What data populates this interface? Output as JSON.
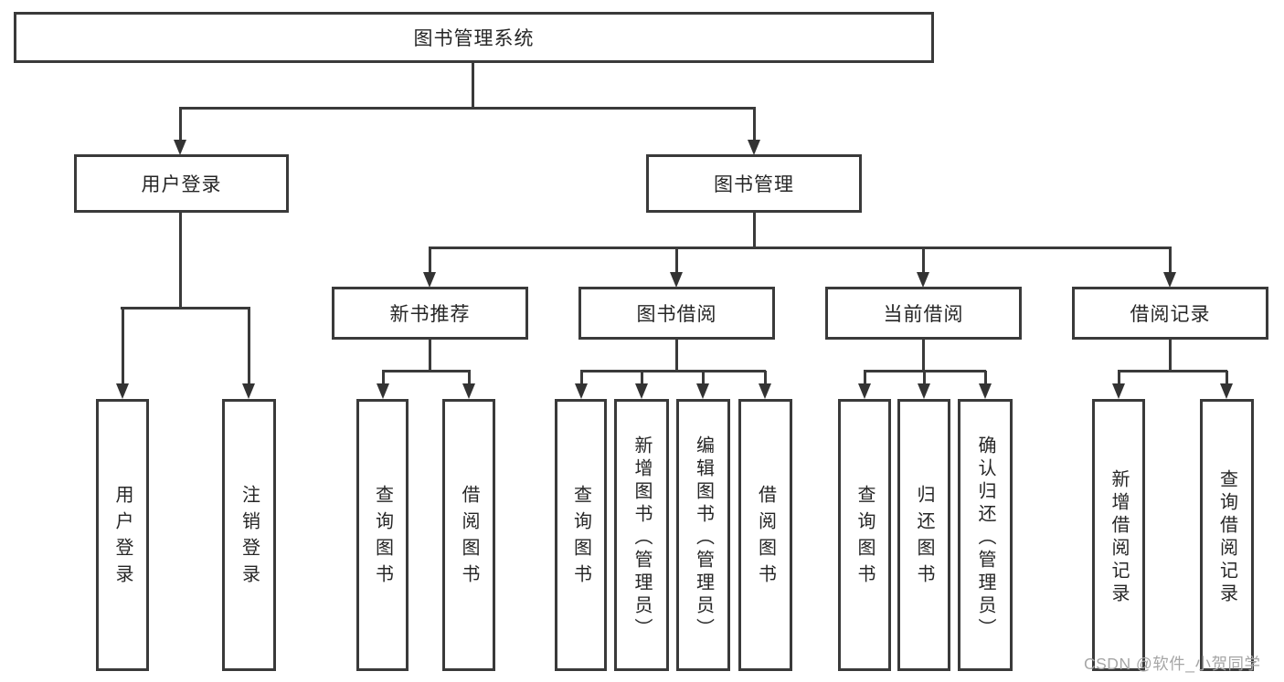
{
  "colors": {
    "line": "#3a3a3a",
    "text": "#262626",
    "background": "#ffffff",
    "watermark_text": "#a6a6a6"
  },
  "root": {
    "label": "图书管理系统"
  },
  "level1": [
    {
      "label": "用户登录"
    },
    {
      "label": "图书管理"
    }
  ],
  "level2": [
    {
      "label": "新书推荐"
    },
    {
      "label": "图书借阅"
    },
    {
      "label": "当前借阅"
    },
    {
      "label": "借阅记录"
    }
  ],
  "leaves": {
    "user_login": [
      {
        "label": "用户登录"
      },
      {
        "label": "注销登录"
      }
    ],
    "new_book": [
      {
        "label": "查询图书"
      },
      {
        "label": "借阅图书"
      }
    ],
    "book_borrow": [
      {
        "label": "查询图书"
      },
      {
        "label": "新增图书（管理员）"
      },
      {
        "label": "编辑图书（管理员）"
      },
      {
        "label": "借阅图书"
      }
    ],
    "current_borrow": [
      {
        "label": "查询图书"
      },
      {
        "label": "归还图书"
      },
      {
        "label": "确认归还（管理员）"
      }
    ],
    "borrow_records": [
      {
        "label": "新增借阅记录"
      },
      {
        "label": "查询借阅记录"
      }
    ]
  },
  "watermark": "CSDN @软件_小贺同学"
}
